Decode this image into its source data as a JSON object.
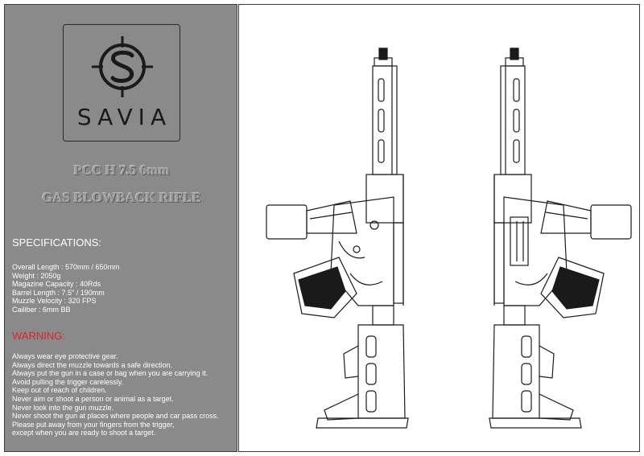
{
  "brand": {
    "name": "SAVIA",
    "logo_icon": "crosshair-s-logo-icon",
    "colors": {
      "panel": "#8a8a8a",
      "warning": "#e0202a",
      "ink": "#1a1a1a"
    }
  },
  "product": {
    "model_line1": "PCC H 7.5 6mm",
    "model_line2": "GAS BLOWBACK RIFLE"
  },
  "specifications": {
    "heading": "SPECIFICATIONS:",
    "items": [
      "Overall  Length : 570mm / 650mm",
      "Weight : 2050g",
      "Magazine Capacity : 40Rds",
      "Barrel Length : 7.5\" / 190mm",
      "Muzzle Velocity : 320 FPS",
      "Cailiber : 6mm BB"
    ]
  },
  "warning": {
    "heading": "WARNING:",
    "items": [
      "Always wear eye protective gear.",
      "Always direct the muzzle towards a safe direction.",
      "Always put the gun in a case or bag when you are carrying it.",
      "Avoid pulling the trigger carelessly.",
      "Keep out of reach of children.",
      "Never aim or shoot a person or animal as a target.",
      "Never look into the gun muzzle.",
      "Never shoot the gun at places where people and car pass cross.",
      "Please put away from your fingers from the trigger,",
      "except when you are ready to shoot a target."
    ]
  },
  "drawings": {
    "left_view_icon": "rifle-left-side-drawing",
    "right_view_icon": "rifle-right-side-drawing"
  }
}
